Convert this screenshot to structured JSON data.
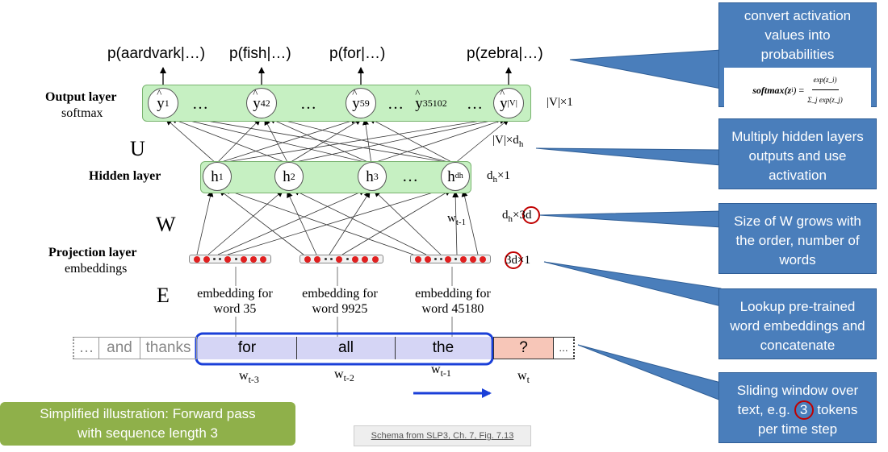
{
  "outputs": [
    "p(aardvark|…)",
    "p(fish|…)",
    "p(for|…)",
    "p(zebra|…)"
  ],
  "layers": {
    "output_title": "Output layer",
    "output_sub": "softmax",
    "hidden_title": "Hidden layer",
    "projection_title": "Projection layer",
    "projection_sub": "embeddings"
  },
  "matrices": {
    "U": "U",
    "W": "W",
    "E": "E"
  },
  "output_nodes": [
    {
      "base": "y",
      "sub": "1"
    },
    {
      "base": "y",
      "sub": "42"
    },
    {
      "base": "y",
      "sub": "59"
    },
    {
      "base": "y",
      "sub": "35102"
    },
    {
      "base": "y",
      "sub": "|V|"
    }
  ],
  "hidden_nodes": [
    {
      "base": "h",
      "sub": "1"
    },
    {
      "base": "h",
      "sub": "2"
    },
    {
      "base": "h",
      "sub": "3"
    },
    {
      "base": "h",
      "sub": "dh"
    }
  ],
  "ellipsis": "…",
  "dims": {
    "output": {
      "base": "|V|×1"
    },
    "U": {
      "base": "|V|×d",
      "sub": "h"
    },
    "hidden": {
      "base": "d",
      "sub": "h",
      "tail": "×1"
    },
    "W": {
      "base": "d",
      "sub": "h",
      "mid": "×",
      "circled": "3d"
    },
    "projection": {
      "circled": "3d",
      "tail": "×1"
    }
  },
  "w_t_minus_1_label": {
    "base": "w",
    "sub": "t-1"
  },
  "embedding_labels": [
    {
      "line1": "embedding for",
      "line2": "word 35"
    },
    {
      "line1": "embedding for",
      "line2": "word 9925"
    },
    {
      "line1": "embedding for",
      "line2": "word 45180"
    }
  ],
  "tokens": {
    "prefix": [
      "…",
      "and",
      "thanks"
    ],
    "window": [
      "for",
      "all",
      "the"
    ],
    "target": "?",
    "suffix": "…"
  },
  "word_positions": [
    {
      "base": "w",
      "sub": "t-3"
    },
    {
      "base": "w",
      "sub": "t-2"
    },
    {
      "base": "w",
      "sub": "t-1"
    },
    {
      "base": "w",
      "sub": "t"
    }
  ],
  "callouts": [
    {
      "text": "convert activation values into probabilities",
      "formula": {
        "lhs": "softmax(z",
        "lhs_sub": "i",
        "num": "exp(z_i)",
        "den": "Σ_j exp(z_j)"
      }
    },
    {
      "text": "Multiply hidden layers outputs and use activation"
    },
    {
      "text": "Size of W grows with the order, number of words"
    },
    {
      "text": "Lookup pre-trained word embeddings and concatenate"
    },
    {
      "text_before": "Sliding window over text, e.g.",
      "circled": "3",
      "text_after": "tokens per time step"
    }
  ],
  "caption": "Simplified illustration: Forward pass with sequence length 3",
  "source": "Schema from SLP3, Ch. 7, Fig. 7.13",
  "colors": {
    "callout_bg": "#4a7ebb",
    "layer_green": "#c6f0c2",
    "caption_bg": "#8fb04a",
    "window_blue": "#d5d5f5",
    "target_pink": "#f7c6b8",
    "circle_red": "#c00000",
    "arrow_blue": "#1a3fd8"
  }
}
